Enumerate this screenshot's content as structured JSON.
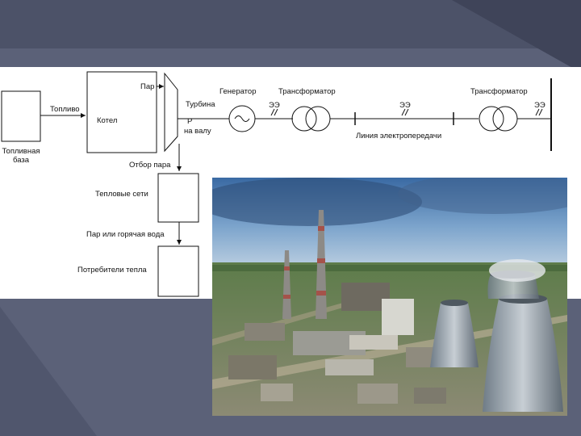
{
  "diagram": {
    "labels": {
      "steam": "Пар",
      "fuel": "Топливо",
      "boiler": "Котел",
      "fuel_base": "Топливная база",
      "turbine": "Турбина",
      "shaft_power_symbol": "P",
      "shaft_power_text": "на валу",
      "generator": "Генератор",
      "transformer_1": "Трансформатор",
      "transformer_2": "Трансформатор",
      "ee_1": "ЭЭ",
      "ee_2": "ЭЭ",
      "ee_3": "ЭЭ",
      "transmission_line": "Линия электропередачи",
      "steam_extraction": "Отбор пара",
      "heat_networks": "Тепловые сети",
      "steam_or_hot_water": "Пар или горячая вода",
      "heat_consumers": "Потребители тепла"
    }
  },
  "photo": {
    "subject": "power-plant-photo"
  },
  "colors": {
    "background": "#5b6178",
    "diagram_background": "#ffffff",
    "line": "#111111"
  }
}
